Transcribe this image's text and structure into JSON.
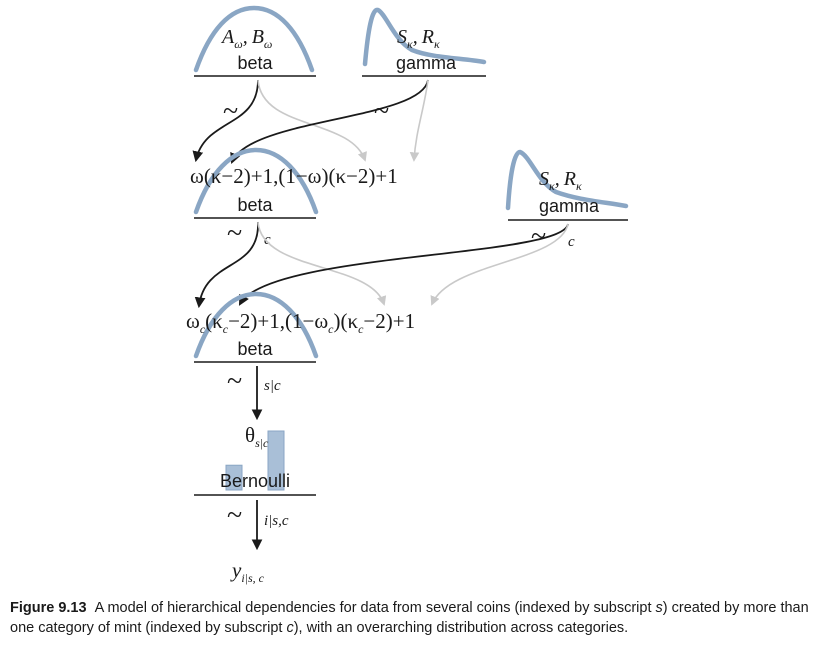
{
  "top_left": {
    "param_a": "A",
    "param_a_sub": "ω",
    "param_b": "B",
    "param_b_sub": "ω",
    "comma": ",",
    "dist": "beta",
    "tilde": "~"
  },
  "top_right": {
    "param_a": "S",
    "param_a_sub": "κ",
    "param_b": "R",
    "param_b_sub": "κ",
    "comma": ",",
    "dist": "gamma",
    "tilde": "~"
  },
  "mid": {
    "formula": "ω(κ−2)+1,(1−ω)(κ−2)+1",
    "dist": "beta",
    "tilde": "~",
    "index": "c"
  },
  "mid_right": {
    "param_a": "S",
    "param_a_sub": "κ",
    "param_b": "R",
    "param_b_sub": "κ",
    "comma": ",",
    "dist": "gamma",
    "tilde": "~",
    "index": "c"
  },
  "lower": {
    "w1": "ω",
    "sub1": "c",
    "part1": "(κ",
    "sub2": "c",
    "part2": "−2)+1,(1−ω",
    "sub3": "c",
    "part3": ")(κ",
    "sub4": "c",
    "part4": "−2)+1",
    "dist": "beta",
    "tilde": "~",
    "index": "s|c"
  },
  "theta": {
    "symbol": "θ",
    "sub": "s|c",
    "bar_values": [
      0.42,
      1.0
    ],
    "dist": "Bernoulli",
    "tilde": "~",
    "index": "i|s,c"
  },
  "output": {
    "symbol": "y",
    "sub": "i|s, c"
  },
  "colors": {
    "curve": "#8aa6c4",
    "dark_arrow": "#1a1a1a",
    "light_arrow": "#c9c9c9",
    "bar": "#a9bfd7"
  },
  "caption": {
    "figure_number": "Figure 9.13",
    "text_1": "A model of hierarchical dependencies for data from several coins (indexed by subscript ",
    "s": "s",
    "text_2": ") created by more than one category of mint (indexed by subscript ",
    "c": "c",
    "text_3": "), with an overarching distribution across categories."
  }
}
